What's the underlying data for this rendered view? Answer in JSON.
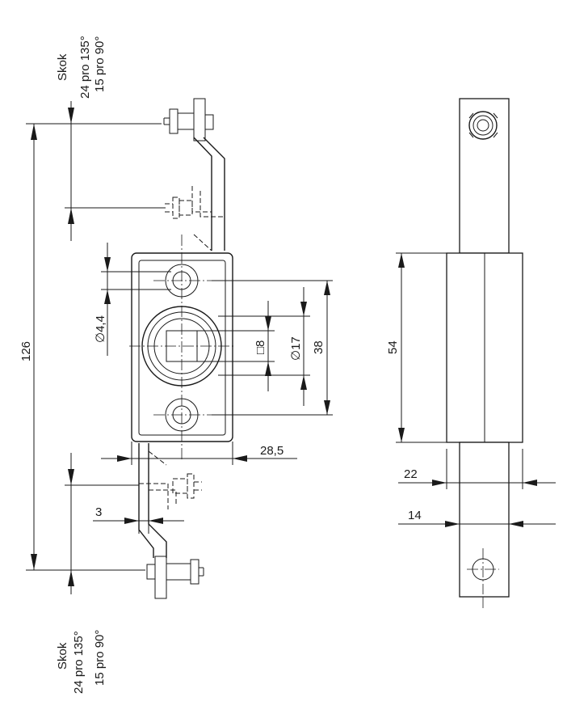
{
  "labels": {
    "stroke_top_title": "Skok",
    "stroke_top_135": "24 pro 135°",
    "stroke_top_90": "15 pro 90°",
    "stroke_bottom_title": "Skok",
    "stroke_bottom_135": "24 pro 135°",
    "stroke_bottom_90": "15 pro 90°"
  },
  "dimensions": {
    "overall_length": "126",
    "hole_dia": "∅4,4",
    "square": "□8",
    "boss_dia": "∅17",
    "hole_pitch": "38",
    "width_from_edge": "28,5",
    "bar_thickness": "3",
    "side_height": "54",
    "side_width": "22",
    "bar_width": "14"
  },
  "colors": {
    "line": "#1a1a1a",
    "background": "#ffffff"
  }
}
